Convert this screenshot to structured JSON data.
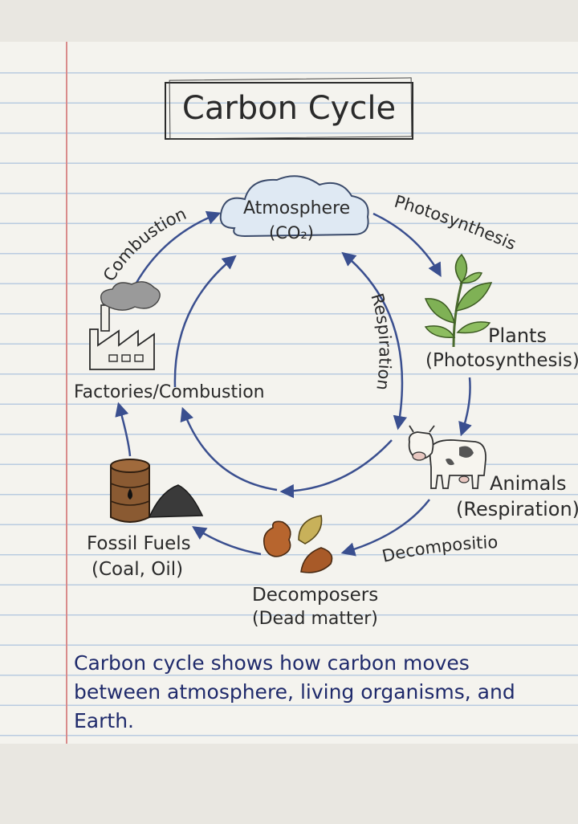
{
  "title": "Carbon Cycle",
  "nodes": {
    "atmosphere": {
      "label": "Atmosphere",
      "sub": "(CO₂)"
    },
    "plants": {
      "label": "Plants",
      "sub": "(Photosynthesis)"
    },
    "animals": {
      "label": "Animals",
      "sub": "(Respiration)"
    },
    "decomposers": {
      "label": "Decomposers",
      "sub": "(Dead matter)"
    },
    "fossil_fuels": {
      "label": "Fossil Fuels",
      "sub": "(Coal, Oil)"
    },
    "factories": {
      "label": "Factories/Combustion"
    }
  },
  "process_labels": {
    "combustion": "Combustion",
    "photosynthesis": "Photosynthesis",
    "respiration": "Respiration",
    "decomposition": "Decomposition"
  },
  "caption": [
    "Carbon cycle shows how carbon moves",
    "between atmosphere, living organisms, and",
    "Earth."
  ],
  "colors": {
    "arrow": "#3a4f8f",
    "ink": "#2a2a2a",
    "caption_ink": "#1f2a6b",
    "cloud": "#dfe9f3",
    "leaf": "#7fb155",
    "margin": "#d98b8b",
    "rule": "#b9cbe0"
  },
  "icons": [
    "cloud-icon",
    "plant-icon",
    "cow-icon",
    "leaves-icon",
    "oil-barrel-icon",
    "coal-pile-icon",
    "factory-icon"
  ]
}
